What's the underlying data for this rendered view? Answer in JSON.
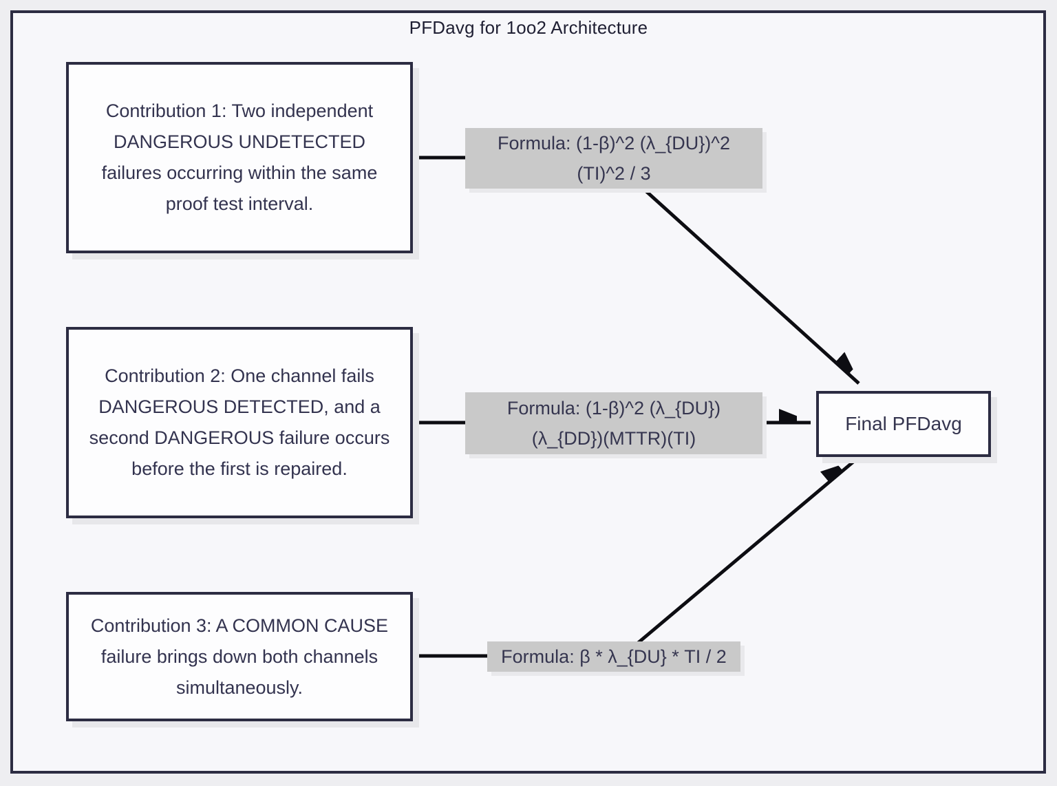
{
  "title": "PFDavg for 1oo2 Architecture",
  "nodes": {
    "contribution1": "Contribution 1: Two independent DANGEROUS UNDETECTED failures occurring within the same proof test interval.",
    "contribution2": "Contribution 2: One channel fails DANGEROUS DETECTED, and a second DANGEROUS failure occurs before the first is repaired.",
    "contribution3": "Contribution 3: A COMMON CAUSE failure brings down both channels simultaneously.",
    "formula1": "Formula: (1-β)^2 (λ_{DU})^2 (TI)^2 / 3",
    "formula2": "Formula: (1-β)^2 (λ_{DU}) (λ_{DD})(MTTR)(TI)",
    "formula3": "Formula: β * λ_{DU} * TI / 2",
    "final": "Final PFDavg"
  },
  "edges": [
    {
      "from": "contribution1",
      "to": "formula1",
      "style": "plain-line"
    },
    {
      "from": "contribution2",
      "to": "formula2",
      "style": "plain-line"
    },
    {
      "from": "contribution3",
      "to": "formula3",
      "style": "plain-line"
    },
    {
      "from": "formula1",
      "to": "final",
      "style": "arrow"
    },
    {
      "from": "formula2",
      "to": "final",
      "style": "arrow"
    },
    {
      "from": "formula3",
      "to": "final",
      "style": "arrow"
    }
  ],
  "colors": {
    "frame_border": "#2c2c42",
    "frame_background": "#f7f7fa",
    "outer_background": "#eeeef1",
    "node_fill": "#fdfdfe",
    "node_border": "#2c2c42",
    "formula_fill": "#c9c9c9",
    "text": "#33334f",
    "edge": "#0d0d12"
  }
}
